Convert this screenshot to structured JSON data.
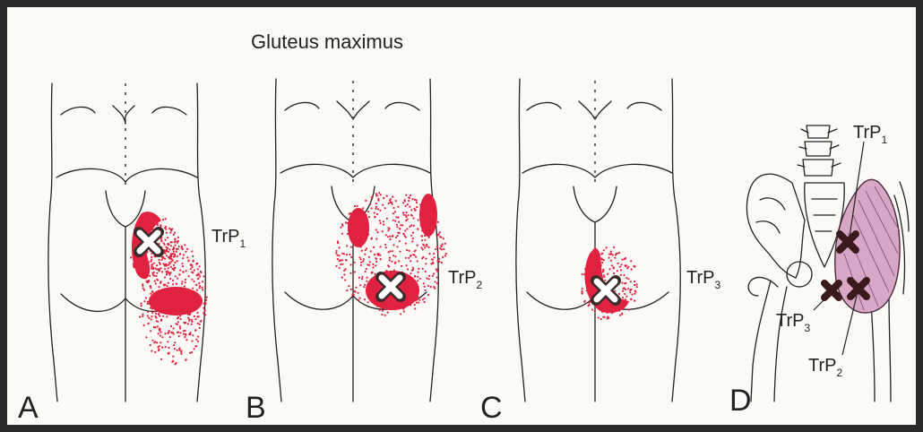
{
  "title": "Gluteus maximus",
  "panels": [
    {
      "letter": "A",
      "trp_label": "TrP",
      "trp_sub": "1"
    },
    {
      "letter": "B",
      "trp_label": "TrP",
      "trp_sub": "2"
    },
    {
      "letter": "C",
      "trp_label": "TrP",
      "trp_sub": "3"
    },
    {
      "letter": "D"
    }
  ],
  "muscle_labels": [
    {
      "text": "TrP",
      "sub": "1"
    },
    {
      "text": "TrP",
      "sub": "3"
    },
    {
      "text": "TrP",
      "sub": "2"
    }
  ],
  "colors": {
    "referred_pain": "#e0213f",
    "trigger_x_fill": "#ffffff",
    "muscle": "#d8a6c6",
    "muscle_x": "#3a1a1a"
  }
}
